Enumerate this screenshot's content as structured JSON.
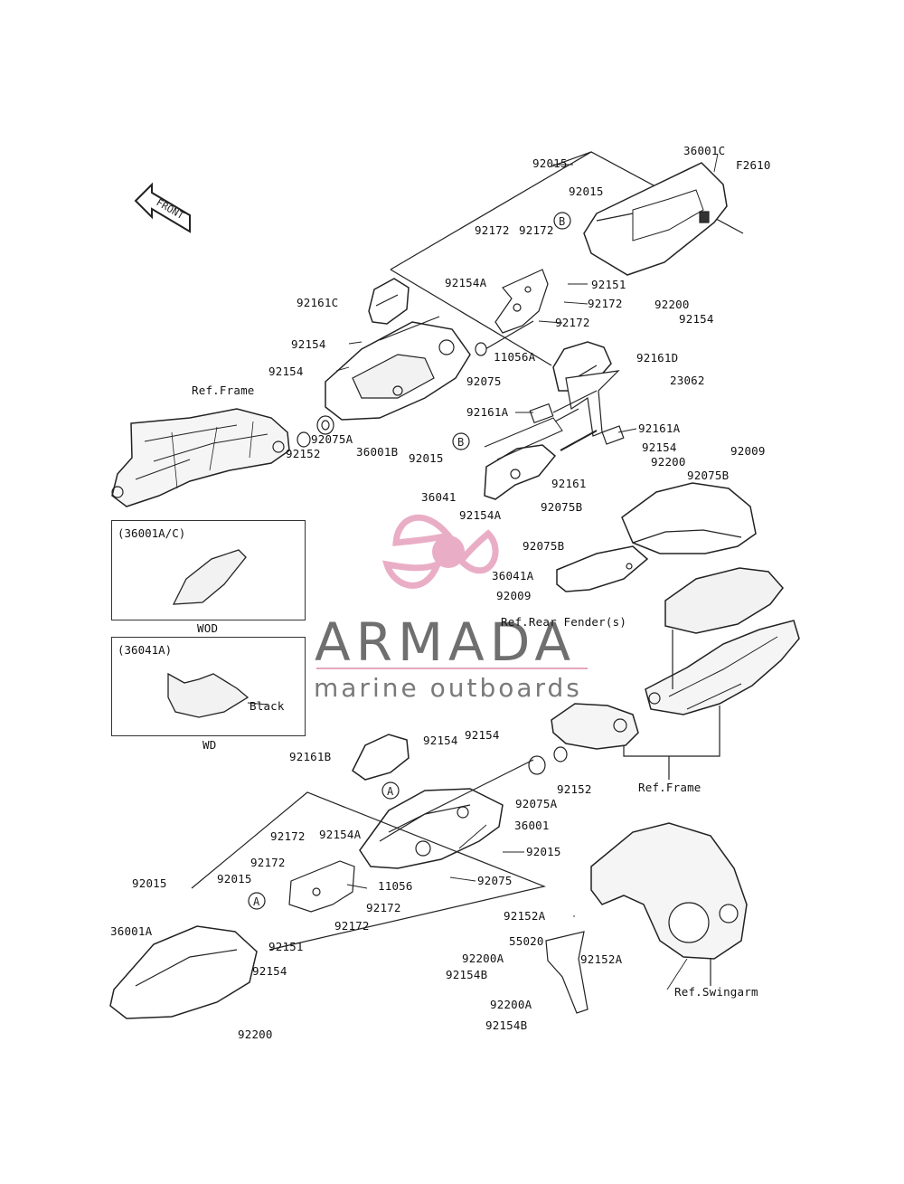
{
  "diagram_code": "F2610",
  "front_label": "FRONT",
  "watermark": {
    "name": "ARMADA",
    "tagline": "marine outboards",
    "accent_color": "#e7a6bf",
    "text_color": "#6f6f6f"
  },
  "inset_boxes": [
    {
      "title": "(36001A/C)",
      "caption": "WOD"
    },
    {
      "title": "(36041A)",
      "caption": "WD",
      "note": "Black"
    }
  ],
  "callouts": {
    "A": "A",
    "B": "B"
  },
  "labels": {
    "p36001C": "36001C",
    "p92015_a": "92015",
    "p92015_b": "92015",
    "p92172_a": "92172",
    "p92172_b": "92172",
    "p92154A_a": "92154A",
    "p92151_a": "92151",
    "p92172_c": "92172",
    "p92172_d": "92172",
    "p92200_a": "92200",
    "p92154_a": "92154",
    "p92161C": "92161C",
    "p92154_b": "92154",
    "p92154_c": "92154",
    "p11056A": "11056A",
    "p92075_a": "92075",
    "p92161D": "92161D",
    "p23062": "23062",
    "refframe_a": "Ref.Frame",
    "p92161A_a": "92161A",
    "p92161A_b": "92161A",
    "p92154_d": "92154",
    "p36001B": "36001B",
    "p92015_c": "92015",
    "p92075A_a": "92075A",
    "p92152_a": "92152",
    "p92200_b": "92200",
    "p92009_a": "92009",
    "p92161": "92161",
    "p92075B_a": "92075B",
    "p36041": "36041",
    "p92154A_b": "92154A",
    "p92075B_b": "92075B",
    "p92075B_c": "92075B",
    "p36041A": "36041A",
    "p92009_b": "92009",
    "ref_rear_fender": "Ref.Rear Fender(s)",
    "p92161B": "92161B",
    "p92154_e": "92154",
    "p92154_f": "92154",
    "p92152_b": "92152",
    "p92075A_b": "92075A",
    "refframe_b": "Ref.Frame",
    "p36001": "36001",
    "p92172_e": "92172",
    "p92154A_c": "92154A",
    "p92015_d": "92015",
    "p92172_f": "92172",
    "p11056": "11056",
    "p92015_e": "92015",
    "p92015_f": "92015",
    "p92075_b": "92075",
    "p92172_g": "92172",
    "p92172_h": "92172",
    "p92151_b": "92151",
    "p36001A": "36001A",
    "p92154_g": "92154",
    "p92200_c": "92200",
    "p92152A_a": "92152A",
    "p55020": "55020",
    "p92152A_b": "92152A",
    "p92200A_a": "92200A",
    "p92154B_a": "92154B",
    "p92200A_b": "92200A",
    "p92154B_b": "92154B",
    "ref_swingarm": "Ref.Swingarm"
  }
}
